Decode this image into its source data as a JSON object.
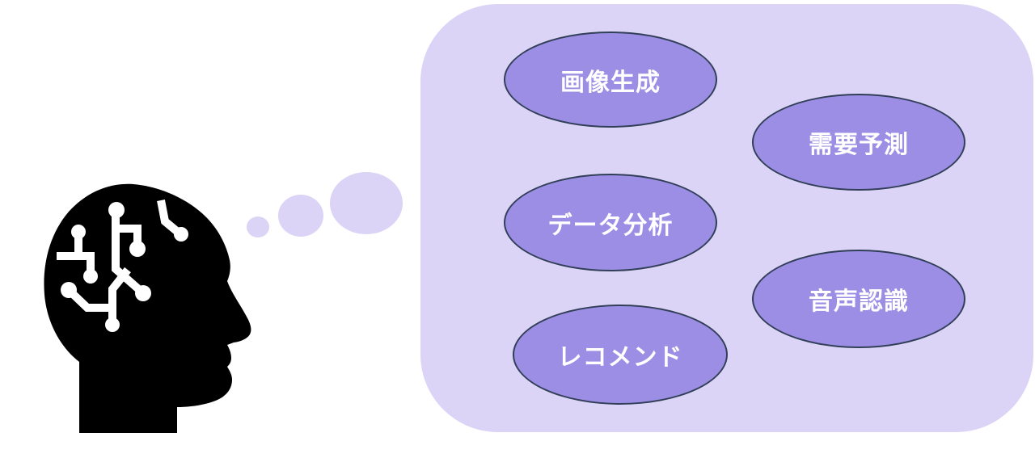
{
  "diagram": {
    "description": "Black AI head silhouette thinking of AI capabilities inside a thought cloud",
    "head_icon": "ai-circuit-head-icon",
    "thought_bubbles": [
      {
        "id": "image-generation",
        "label": "画像生成"
      },
      {
        "id": "demand-forecast",
        "label": "需要予測"
      },
      {
        "id": "data-analysis",
        "label": "データ分析"
      },
      {
        "id": "speech-recognition",
        "label": "音声認識"
      },
      {
        "id": "recommendation",
        "label": "レコメンド"
      }
    ],
    "colors": {
      "background": "#ffffff",
      "cloud_fill": "#dbd4f6",
      "bubble_fill": "#9c8ee4",
      "bubble_stroke": "#323f58",
      "head_fill": "#000000",
      "circuit_lines": "#ffffff",
      "label_text": "#ffffff"
    }
  }
}
